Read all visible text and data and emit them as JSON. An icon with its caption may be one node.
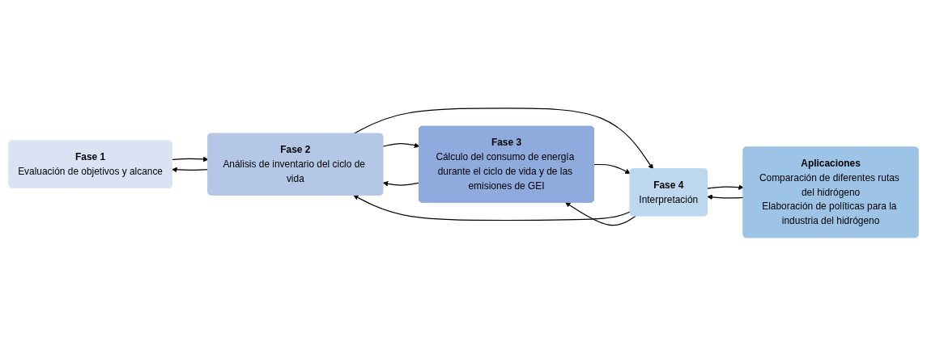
{
  "diagram": {
    "nodes": [
      {
        "text": [
          "Fase 1",
          "Evaluación de objetivos y alcance"
        ]
      },
      {
        "text": [
          "Fase 2",
          "Análisis de inventario del ciclo de vida"
        ]
      },
      {
        "text": [
          "Fase 3",
          "Cálculo del consumo de energía durante el ciclo de vida y de las emisiones de GEI"
        ]
      },
      {
        "text": [
          "Fase 4",
          "Interpretación"
        ]
      },
      {
        "text": [
          "Aplicaciones",
          "Comparación de diferentes rutas del hidrógeno",
          "Elaboración de políticas para la industria del hidrógeno"
        ]
      }
    ],
    "edges": [
      {
        "from": 0,
        "to": 1,
        "arrow": "to"
      },
      {
        "from": 1,
        "to": 0,
        "arrow": "to"
      },
      {
        "from": 1,
        "to": 2,
        "arrow": "to"
      },
      {
        "from": 2,
        "to": 1,
        "arrow": "to"
      },
      {
        "from": 1,
        "to": 3,
        "arrow": "to"
      },
      {
        "from": 3,
        "to": 1,
        "arrow": "to"
      },
      {
        "from": 2,
        "to": 3,
        "arrow": "to"
      },
      {
        "from": 3,
        "to": 2,
        "arrow": "to"
      },
      {
        "from": 3,
        "to": 4,
        "arrow": "to"
      },
      {
        "from": 4,
        "to": 3,
        "arrow": "to"
      }
    ]
  }
}
